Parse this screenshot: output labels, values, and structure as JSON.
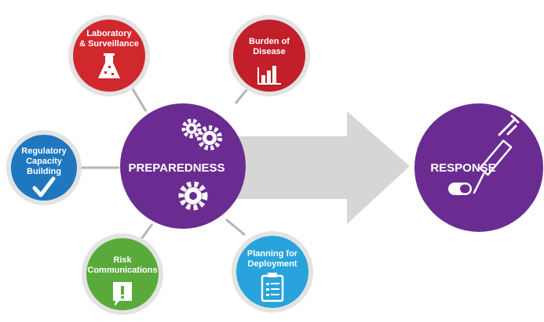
{
  "colors": {
    "purple": "#6a2c91",
    "red": "#d1282e",
    "blue": "#1f78bf",
    "green": "#5aaa3b",
    "light_blue": "#29a3db",
    "arrow_gray": "#d6d6d6",
    "connector_gray": "#b5b5b5",
    "ring_gray": "#e3e3e3",
    "white": "#ffffff"
  },
  "hub": {
    "label": "PREPAREDNESS",
    "icon": "gears-icon"
  },
  "outcome": {
    "label": "RESPONSE",
    "icons": [
      "syringe-icon",
      "pill-icon"
    ]
  },
  "nodes": [
    {
      "id": "laboratory",
      "lines": [
        "Laboratory",
        "& Surveillance"
      ],
      "icon": "flask-icon"
    },
    {
      "id": "burden",
      "lines": [
        "Burden of",
        "Disease"
      ],
      "icon": "bar-chart-icon"
    },
    {
      "id": "regulatory",
      "lines": [
        "Regulatory",
        "Capacity",
        "Building"
      ],
      "icon": "checkmark-icon"
    },
    {
      "id": "risk",
      "lines": [
        "Risk",
        "Communications"
      ],
      "icon": "speech-bubble-alert-icon"
    },
    {
      "id": "planning",
      "lines": [
        "Planning for",
        "Deployment"
      ],
      "icon": "clipboard-checklist-icon"
    }
  ]
}
